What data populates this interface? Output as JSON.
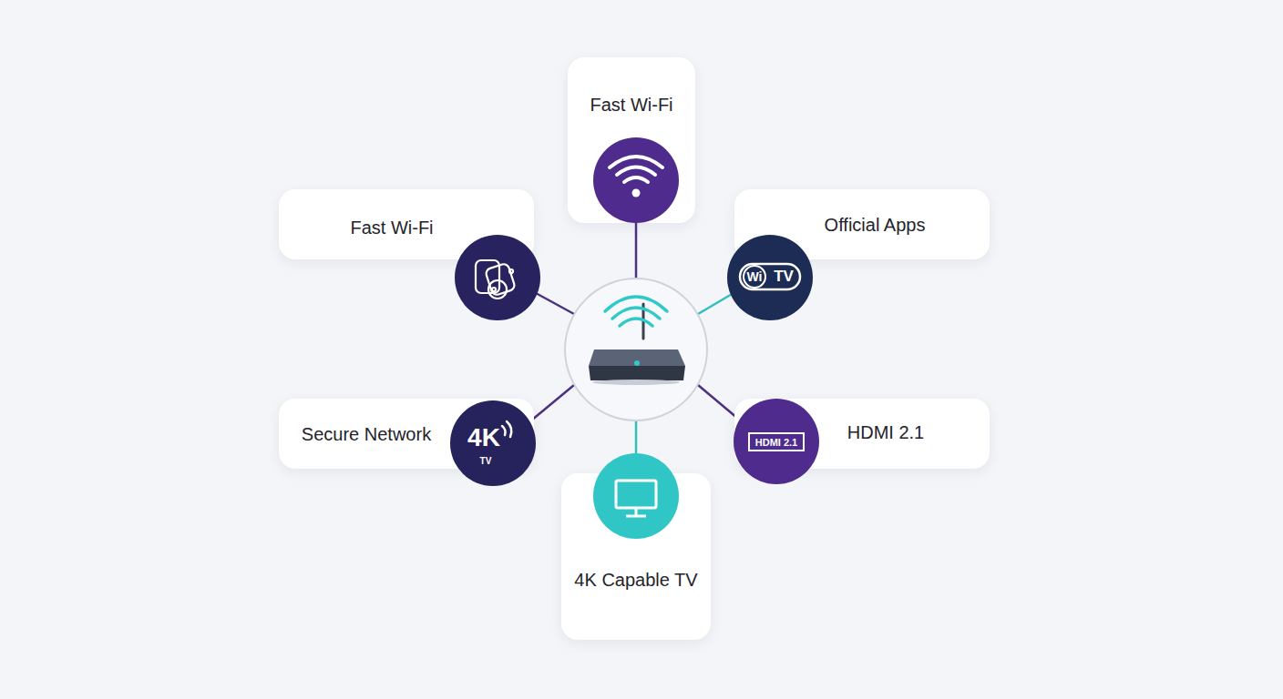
{
  "diagram": {
    "nodes": [
      {
        "text": [
          "Fast Wi-Fi"
        ]
      },
      {
        "text": [
          "Fast Wi-Fi"
        ]
      },
      {
        "text": [
          "Official Apps"
        ]
      },
      {
        "text": [
          "Secure Network"
        ]
      },
      {
        "text": [
          "HDMI 2.1"
        ]
      },
      {
        "text": [
          "4K Capable TV"
        ]
      }
    ],
    "labels": [
      "Wi",
      "TV",
      "4K",
      "TV",
      "HDMI 2.1"
    ]
  }
}
